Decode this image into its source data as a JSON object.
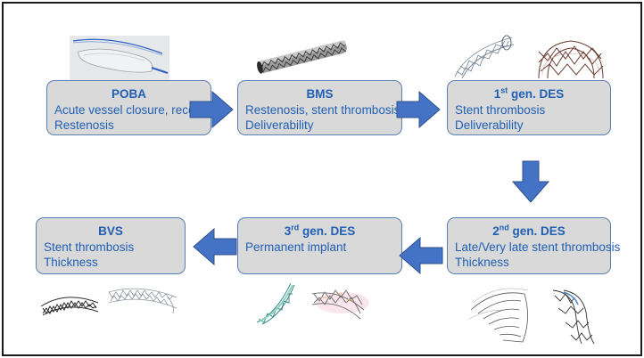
{
  "nodes": {
    "poba": {
      "title": "POBA",
      "line1": "Acute vessel closure, recoil",
      "line2": "Restenosis"
    },
    "bms": {
      "title": "BMS",
      "line1": "Restenosis, stent thrombosis",
      "line2": "Deliverability"
    },
    "des1": {
      "ord": "1",
      "sup": "st",
      "rest": " gen. DES",
      "line1": "Stent thrombosis",
      "line2": "Deliverability"
    },
    "des2": {
      "ord": "2",
      "sup": "nd",
      "rest": " gen. DES",
      "line1": "Late/Very late stent thrombosis",
      "line2": "Thickness"
    },
    "des3": {
      "ord": "3",
      "sup": "rd",
      "rest": " gen. DES",
      "line1": "Permanent implant"
    },
    "bvs": {
      "title": "BVS",
      "line1": "Stent thrombosis",
      "line2": "Thickness"
    }
  },
  "colors": {
    "box_fill": "#d9d9d9",
    "box_border": "#5b7fb3",
    "text": "#1f5fb4",
    "arrow": "#4472c4"
  },
  "icons": [
    "balloon-catheter-image",
    "bare-metal-stent-image",
    "first-gen-des-image",
    "second-gen-des-image",
    "third-gen-des-image",
    "bioresorbable-scaffold-image"
  ]
}
